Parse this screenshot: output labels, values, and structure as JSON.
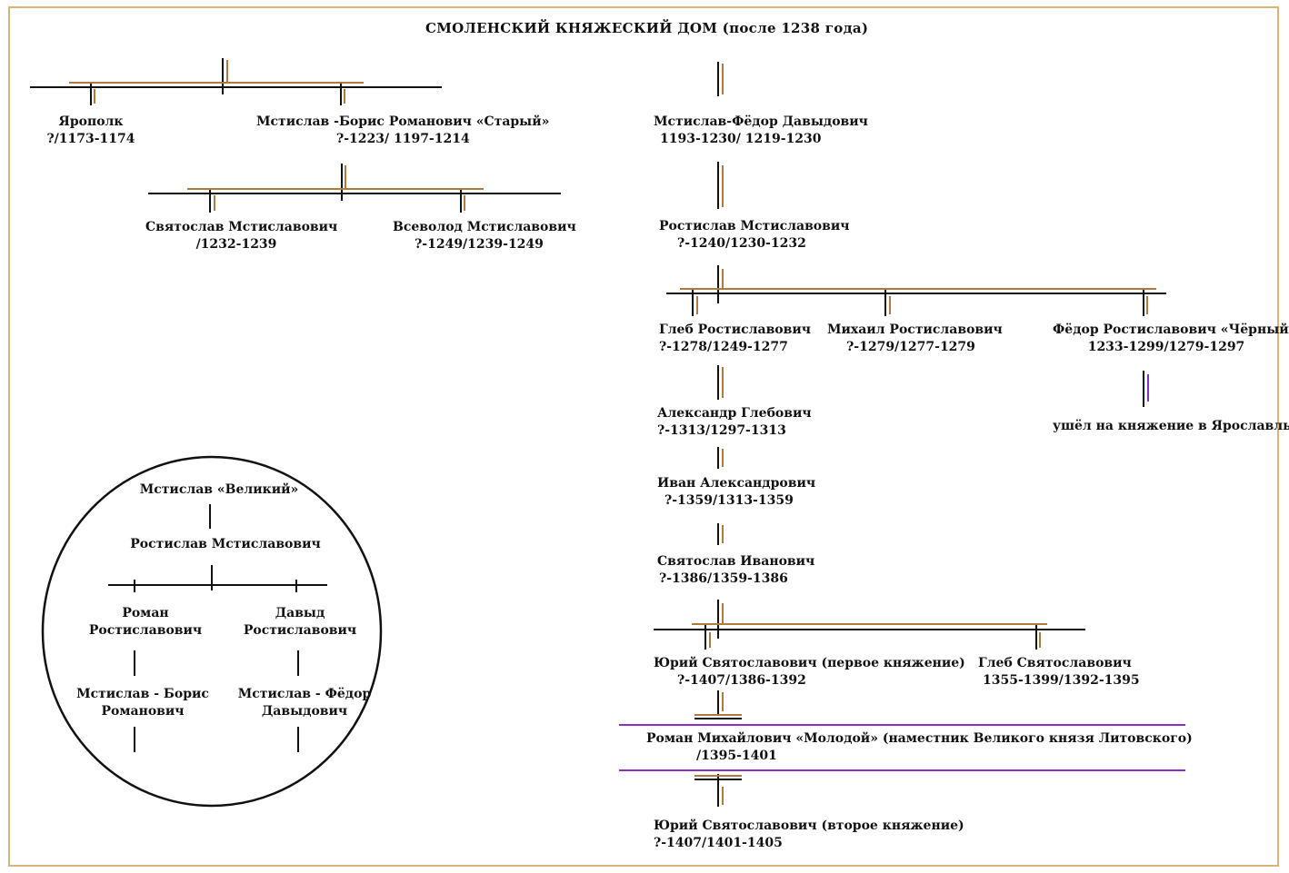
{
  "title": "СМОЛЕНСКИЙ  КНЯЖЕСКИЙ  ДОМ  (после 1238 года)",
  "colors": {
    "line": "#111111",
    "brown": "#b07a3c",
    "purple": "#8b2fc9",
    "frame": "#dcb37a"
  },
  "left_tree": {
    "yaropolk": {
      "name": "Ярополк",
      "dates": "?/1173-1174"
    },
    "mstislav_boris": {
      "name": "Мстислав -Борис  Романович «Старый»",
      "dates": "?-1223/ 1197-1214"
    },
    "svyatoslav_m": {
      "name": "Святослав Мстиславович",
      "dates": "/1232-1239"
    },
    "vsevolod_m": {
      "name": "Всеволод Мстиславович",
      "dates": "?-1249/1239-1249"
    }
  },
  "right_tree": {
    "mstislav_fyodor": {
      "name": "Мстислав-Фёдор  Давыдович",
      "dates": "1193-1230/ 1219-1230"
    },
    "rostislav_m": {
      "name": "Ростислав Мстиславович",
      "dates": "?-1240/1230-1232"
    },
    "gleb_r": {
      "name": "Глеб Ростиславович",
      "dates": "?-1278/1249-1277"
    },
    "mikhail_r": {
      "name": "Михаил Ростиславович",
      "dates": "?-1279/1277-1279"
    },
    "fyodor_r": {
      "name": "Фёдор Ростиславович «Чёрный»",
      "dates": "1233-1299/1279-1297"
    },
    "fyodor_note": "ушёл на княжение в Ярославль",
    "alexander_g": {
      "name": "Александр Глебович",
      "dates": "?-1313/1297-1313"
    },
    "ivan_a": {
      "name": "Иван Александрович",
      "dates": "?-1359/1313-1359"
    },
    "svyatoslav_i": {
      "name": "Святослав Иванович",
      "dates": "?-1386/1359-1386"
    },
    "yuri_first": {
      "name": "Юрий Святославович (первое княжение)",
      "dates": "?-1407/1386-1392"
    },
    "gleb_s": {
      "name": "Глеб Святославович",
      "dates": "1355-1399/1392-1395"
    },
    "roman_mikh": {
      "name": "Роман Михайлович «Молодой»   (наместник Великого князя Литовского)",
      "dates": "/1395-1401"
    },
    "yuri_second": {
      "name": "Юрий Святославович   (второе княжение)",
      "dates": "?-1407/1401-1405"
    }
  },
  "circle_tree": {
    "mstislav_great": "Мстислав «Великий»",
    "rostislav": "Ростислав   Мстиславович",
    "roman_line1": "Роман",
    "roman_line2": "Ростиславович",
    "david_line1": "Давыд",
    "david_line2": "Ростиславович",
    "mb_line1": "Мстислав - Борис",
    "mb_line2": "Романович",
    "mf_line1": "Мстислав  - Фёдор",
    "mf_line2": "Давыдович"
  }
}
